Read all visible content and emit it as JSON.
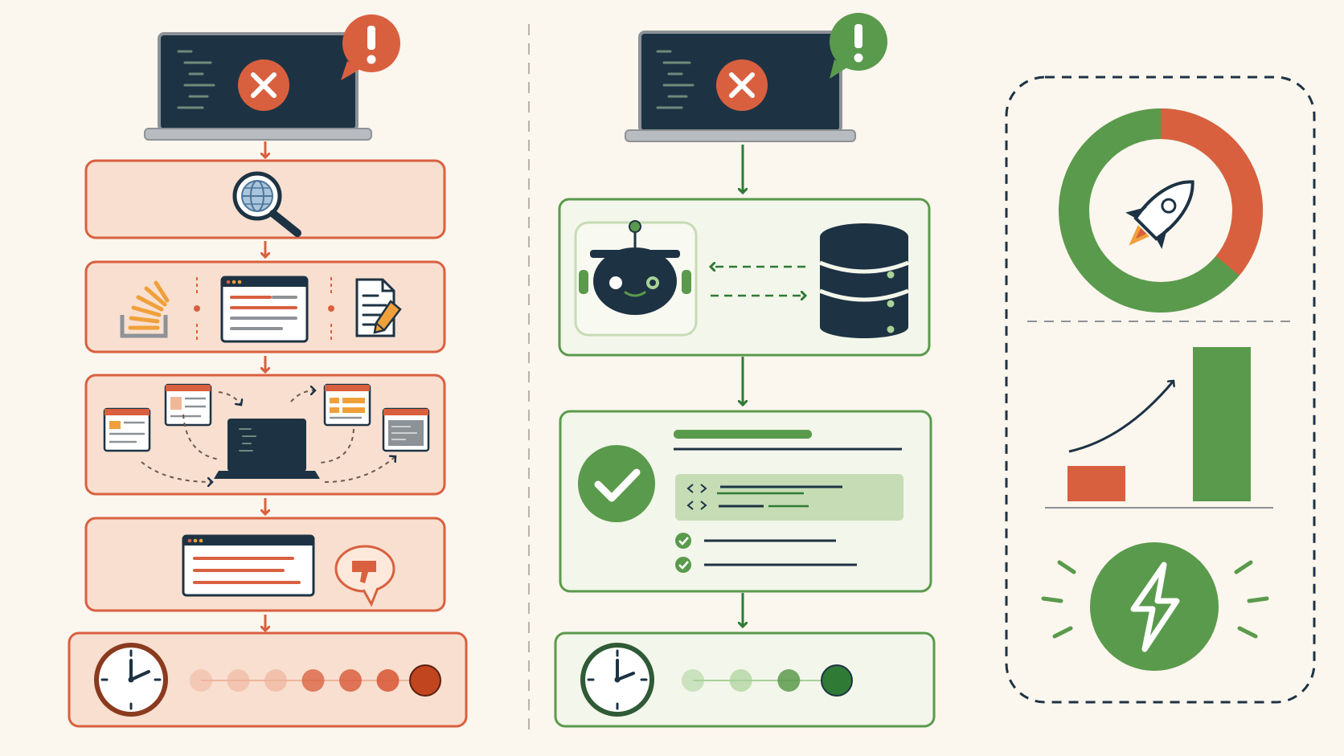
{
  "colors": {
    "background": "#fbf6ee",
    "orange": "#d9603f",
    "orange_light": "#f8dfd0",
    "orange_dot_faded": "#efb49c",
    "green": "#5a9a4c",
    "green_light": "#f3f6ea",
    "green_dot_faded": "#a9d199",
    "green_dark": "#2f7a35",
    "navy": "#1d3344",
    "gray_frame": "#8d9297",
    "code_line": "#6f8a7a"
  },
  "left_flow": {
    "laptop_status": "error",
    "badge": "alert",
    "steps": [
      "web-search",
      "stack-overflow-docs-notes",
      "switching-between-windows",
      "unhelpful-result",
      "long-wait"
    ],
    "progress_dots": 7
  },
  "middle_flow": {
    "laptop_status": "error",
    "badge": "alert",
    "steps": [
      "ai-assistant-with-database",
      "verified-code-fix",
      "short-wait"
    ],
    "progress_dots": 4
  },
  "benefits_panel": {
    "items": [
      "rocket-donut",
      "growth-bar-chart",
      "lightning-speed"
    ]
  },
  "icons": [
    "close-icon",
    "exclamation-icon",
    "magnifier-globe-icon",
    "stack-overflow-icon",
    "document-pencil-icon",
    "thumbs-down-icon",
    "clock-icon",
    "robot-icon",
    "database-icon",
    "checkmark-icon",
    "code-icon",
    "rocket-icon",
    "trend-arrow-icon",
    "lightning-icon"
  ]
}
